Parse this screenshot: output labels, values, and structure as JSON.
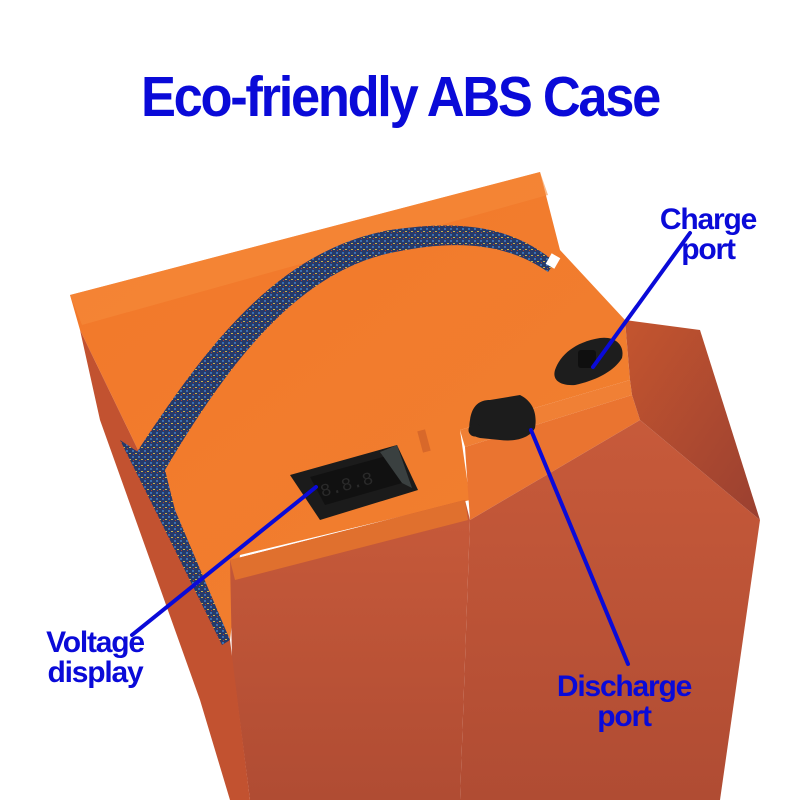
{
  "title": "Eco-friendly ABS Case",
  "callouts": {
    "charge_port": {
      "line1": "Charge",
      "line2": "port"
    },
    "voltage_display": {
      "line1": "Voltage",
      "line2": "display"
    },
    "discharge_port": {
      "line1": "Discharge",
      "line2": "port"
    }
  },
  "colors": {
    "label_blue": "#0a0ad8",
    "case_orange_top": "#f47a2a",
    "case_orange_side": "#c8552f",
    "case_orange_front": "#b65034",
    "strap": "#26355f",
    "port_black": "#1a1a1a"
  }
}
